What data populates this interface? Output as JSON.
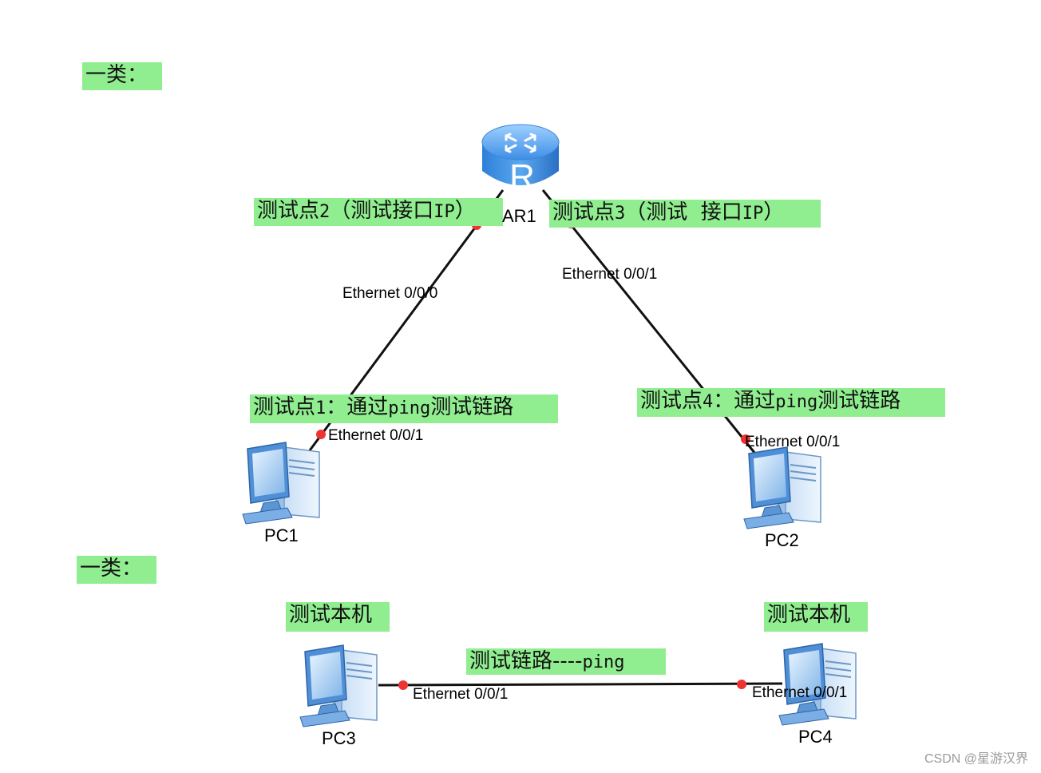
{
  "sections": [
    {
      "label": "一类："
    },
    {
      "label": "一类："
    }
  ],
  "devices": {
    "router": {
      "name": "AR1",
      "icon": "router-icon",
      "letter": "R"
    },
    "pc1": {
      "name": "PC1",
      "icon": "pc-icon"
    },
    "pc2": {
      "name": "PC2",
      "icon": "pc-icon"
    },
    "pc3": {
      "name": "PC3",
      "icon": "pc-icon"
    },
    "pc4": {
      "name": "PC4",
      "icon": "pc-icon"
    }
  },
  "ports": {
    "ar1_e000": "Ethernet 0/0/0",
    "ar1_e001": "Ethernet 0/0/1",
    "pc1_e001": "Ethernet 0/0/1",
    "pc2_e001": "Ethernet 0/0/1",
    "pc3_e001": "Ethernet 0/0/1",
    "pc4_e001": "Ethernet 0/0/1"
  },
  "annotations": {
    "tp2": {
      "a": "测试点",
      "b": "2",
      "c": "（测试接口",
      "d": "IP",
      "e": "）"
    },
    "tp3": {
      "a": "测试点",
      "b": "3",
      "c": "（测试  接口",
      "d": "IP",
      "e": "）"
    },
    "tp1": {
      "a": "测试点",
      "b": "1",
      "c": "：通过",
      "d": "ping",
      "e": "测试链路"
    },
    "tp4": {
      "a": "测试点",
      "b": "4",
      "c": "：通过",
      "d": "ping",
      "e": "测试链路"
    },
    "local3": "测试本机",
    "local4": "测试本机",
    "link": {
      "a": "测试链路",
      "b": "----",
      "c": "ping"
    }
  },
  "colors": {
    "highlight": "#90ee90",
    "port_dot": "#ee3333",
    "link": "#111111",
    "device_blue": "#4a90d9"
  },
  "watermark": "CSDN @星游汉界"
}
